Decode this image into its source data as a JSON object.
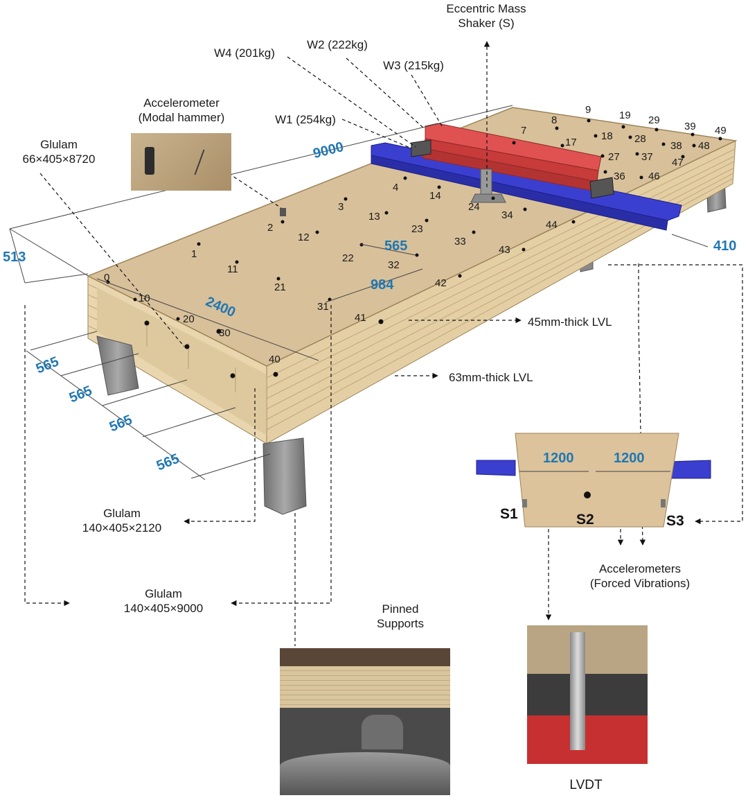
{
  "labels": {
    "shaker": [
      "Eccentric Mass",
      "Shaker (S)"
    ],
    "w4": "W4 (201kg)",
    "w2": "W2 (222kg)",
    "w3": "W3 (215kg)",
    "w1": "W1 (254kg)",
    "accel_hammer": [
      "Accelerometer",
      "(Modal hammer)"
    ],
    "glulam_top": [
      "Glulam",
      "66×405×8720"
    ],
    "lvl45": "45mm-thick LVL",
    "lvl63": "63mm-thick LVL",
    "glulam_mid": [
      "Glulam",
      "140×405×2120"
    ],
    "glulam_bot": [
      "Glulam",
      "140×405×9000"
    ],
    "pinned": [
      "Pinned",
      "Supports"
    ],
    "accel_forced": [
      "Accelerometers",
      "(Forced Vibrations)"
    ],
    "lvdt": "LVDT",
    "s1": "S1",
    "s2": "S2",
    "s3": "S3"
  },
  "dimensions": {
    "d9000": "9000",
    "d513": "513",
    "d2400": "2400",
    "d565_mid": "565",
    "d984": "984",
    "d410": "410",
    "d565_a": "565",
    "d565_b": "565",
    "d565_c": "565",
    "d565_d": "565",
    "d1200_a": "1200",
    "d1200_b": "1200"
  },
  "points": [
    "0",
    "1",
    "2",
    "3",
    "4",
    "7",
    "8",
    "9",
    "10",
    "11",
    "12",
    "13",
    "14",
    "17",
    "18",
    "19",
    "20",
    "21",
    "22",
    "23",
    "24",
    "27",
    "28",
    "29",
    "30",
    "31",
    "32",
    "33",
    "34",
    "36",
    "37",
    "38",
    "39",
    "40",
    "41",
    "42",
    "43",
    "44",
    "46",
    "47",
    "48",
    "49"
  ],
  "colors": {
    "deck_top": "#d8c09a",
    "deck_side": "#e3cfa6",
    "deck_edge": "#c9ad80",
    "red_beam": "#d64848",
    "blue_beam": "#3b3fcf",
    "dim_blue": "#1f77b4",
    "support": "#8a8a8a"
  }
}
